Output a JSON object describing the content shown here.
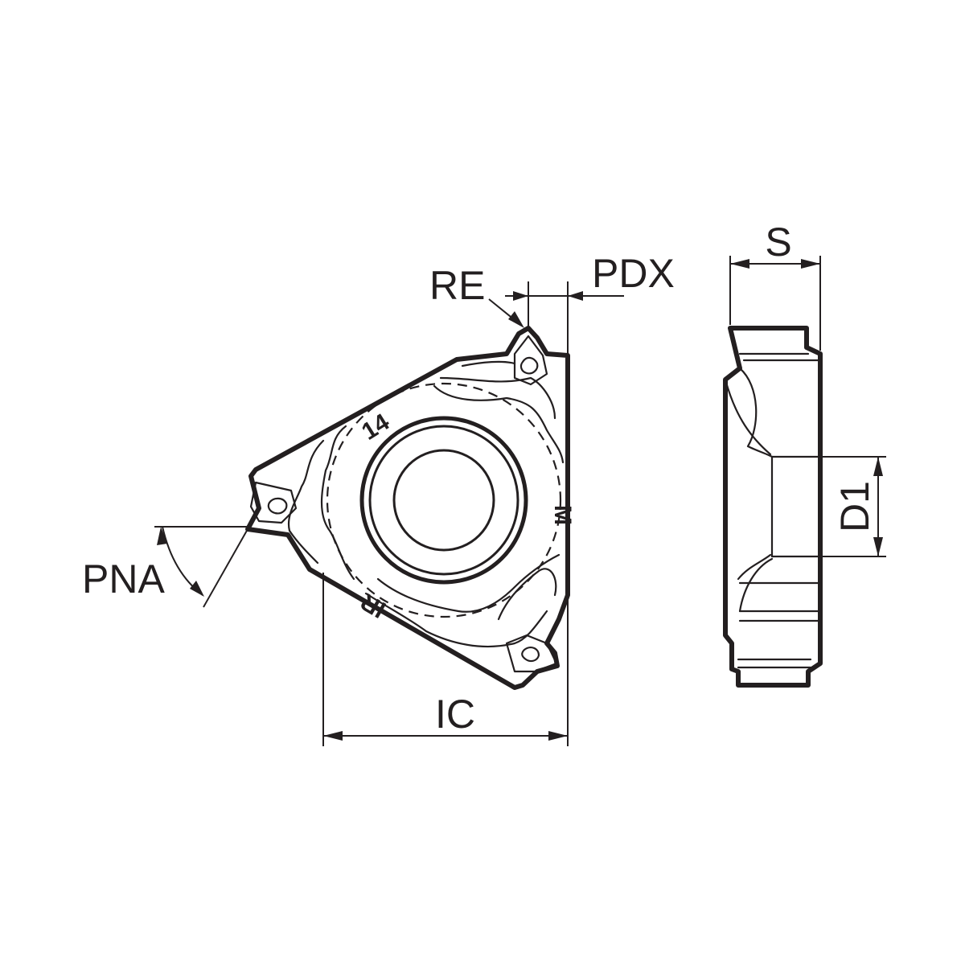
{
  "labels": {
    "re": "RE",
    "pdx": "PDX",
    "pna": "PNA",
    "ic": "IC",
    "s": "S",
    "d1": "D1"
  },
  "insert_markings": {
    "size": "14",
    "hand": "IR",
    "grade": "M"
  },
  "colors": {
    "line": "#231f20",
    "background": "#ffffff"
  }
}
